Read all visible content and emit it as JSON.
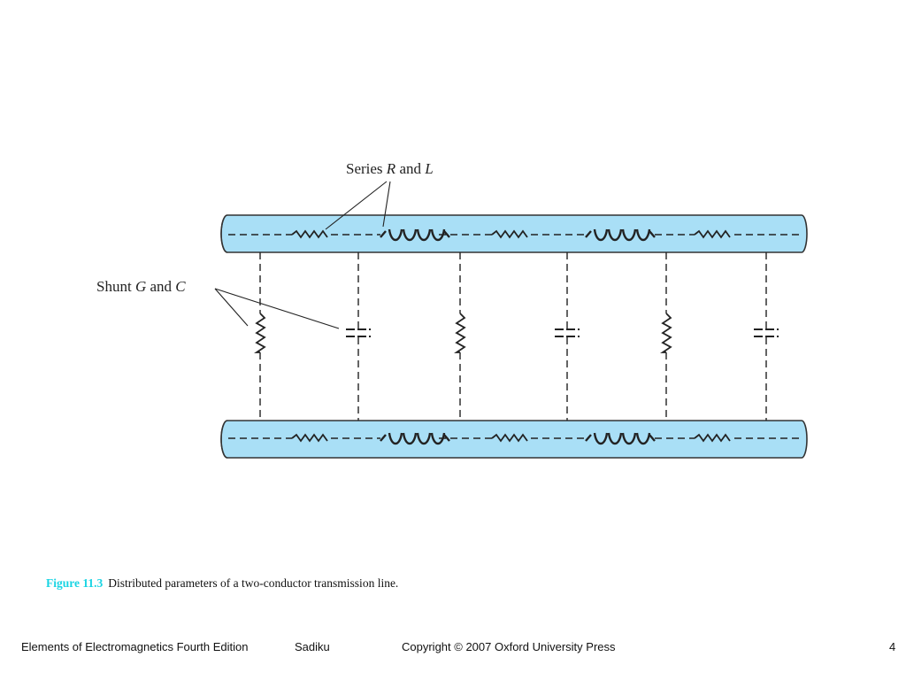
{
  "diagram": {
    "series_label": {
      "prefix": "Series ",
      "r": "R",
      "mid": " and ",
      "l": "L"
    },
    "shunt_label": {
      "prefix": "Shunt ",
      "g": "G",
      "mid": " and ",
      "c": "C"
    }
  },
  "caption": {
    "figure_label": "Figure 11.3",
    "text": "Distributed parameters of a two-conductor transmission line."
  },
  "footer": {
    "book": "Elements of Electromagnetics Fourth Edition",
    "author": "Sadiku",
    "copyright": "Copyright © 2007 Oxford University Press",
    "page": "4"
  },
  "colors": {
    "conductor_fill": "#a9dff6",
    "conductor_stroke": "#333333",
    "figure_label": "#19d4e3"
  }
}
